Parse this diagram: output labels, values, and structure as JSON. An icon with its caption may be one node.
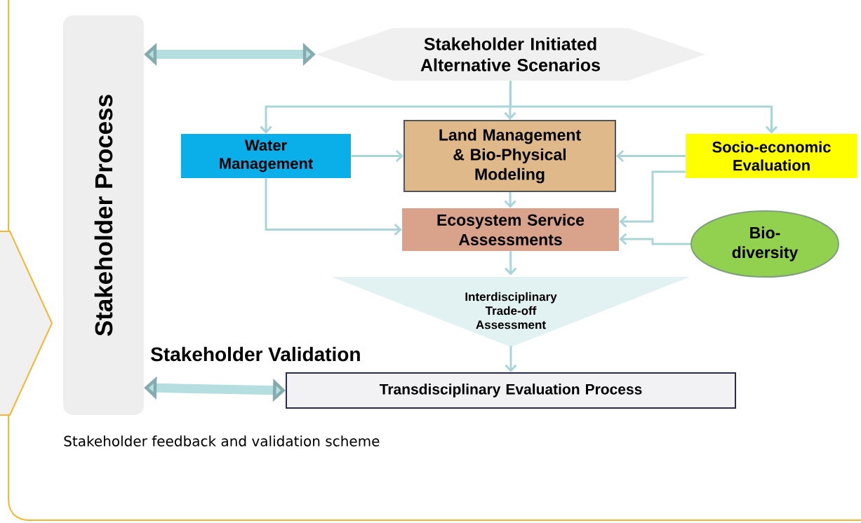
{
  "diagram": {
    "caption": "Stakeholder feedback and validation scheme",
    "nodes": [
      {
        "text": [
          "Stakeholder Process"
        ]
      },
      {
        "text": [
          "Stakeholder Initiated Alternative Scenarios"
        ]
      },
      {
        "text": [
          "Water Management"
        ]
      },
      {
        "text": [
          "Land Management & Bio-Physical Modeling"
        ]
      },
      {
        "text": [
          "Socio-economic Evaluation"
        ]
      },
      {
        "text": [
          "Ecosystem Service Assessments"
        ]
      },
      {
        "text": [
          "Bio-diversity"
        ]
      },
      {
        "text": [
          "Interdisciplinary Trade-off Assessment"
        ]
      },
      {
        "text": [
          "Transdisciplinary Evaluation Process"
        ]
      }
    ],
    "edges": [
      {
        "from": 0,
        "to": 1,
        "arrow": "both",
        "style": "thick"
      },
      {
        "from": 1,
        "to": 3,
        "arrow": "to"
      },
      {
        "from": 1,
        "to": 2,
        "arrow": "to"
      },
      {
        "from": 1,
        "to": 4,
        "arrow": "to"
      },
      {
        "from": 2,
        "to": 3,
        "arrow": "to"
      },
      {
        "from": 2,
        "to": 5,
        "arrow": "to"
      },
      {
        "from": 4,
        "to": 3,
        "arrow": "to"
      },
      {
        "from": 4,
        "to": 5,
        "arrow": "to"
      },
      {
        "from": 6,
        "to": 5,
        "arrow": "to"
      },
      {
        "from": 3,
        "to": 5,
        "arrow": "to"
      },
      {
        "from": 5,
        "to": 7,
        "arrow": "to"
      },
      {
        "from": 7,
        "to": 8,
        "arrow": "to"
      },
      {
        "from": 0,
        "to": 8,
        "arrow": "both",
        "style": "thick"
      }
    ],
    "labels": [
      "Stakeholder Validation"
    ]
  }
}
